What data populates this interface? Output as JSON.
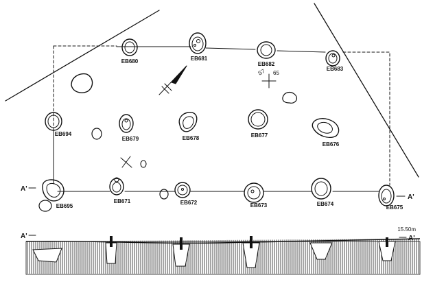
{
  "drawing": {
    "post_labels": [
      "EB680",
      "EB681",
      "EB682",
      "EB683",
      "EB694",
      "EB679",
      "EB678",
      "EB677",
      "EB676",
      "EB695",
      "EB671",
      "EB672",
      "EB673",
      "EB674",
      "EB675"
    ],
    "section_marker_left": "A'",
    "section_marker_right": "A'",
    "profile_marker_left": "A'",
    "profile_marker_right": "A'",
    "elevation": "15.50m",
    "north_arrow_labels": [
      "S7",
      "65"
    ]
  }
}
